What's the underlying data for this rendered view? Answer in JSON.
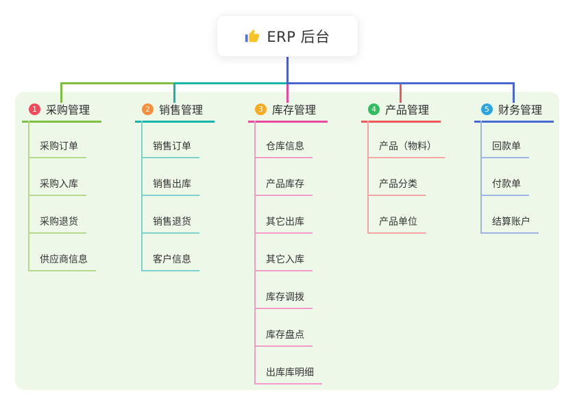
{
  "root": {
    "title": "ERP 后台",
    "icon": "thumbs-up"
  },
  "panel": {
    "bg": "#edf8e8"
  },
  "connectors": {
    "root_line_color": "#4a5ed0"
  },
  "branches": [
    {
      "index": "1",
      "title": "采购管理",
      "badge_color": "#f5495b",
      "line_color": "#7ebf3f",
      "item_line_color": "#b5d98b",
      "items": [
        "采购订单",
        "采购入库",
        "采购退货",
        "供应商信息"
      ]
    },
    {
      "index": "2",
      "title": "销售管理",
      "badge_color": "#fb8e3c",
      "line_color": "#13b5ab",
      "item_line_color": "#7fd2cb",
      "items": [
        "销售订单",
        "销售出库",
        "销售退货",
        "客户信息"
      ]
    },
    {
      "index": "3",
      "title": "库存管理",
      "badge_color": "#fbab1f",
      "line_color": "#e8489e",
      "item_line_color": "#f29aca",
      "items": [
        "仓库信息",
        "产品库存",
        "其它出库",
        "其它入库",
        "库存调拨",
        "库存盘点",
        "出库库明细"
      ]
    },
    {
      "index": "4",
      "title": "产品管理",
      "badge_color": "#2fbd60",
      "line_color": "#f05558",
      "item_line_color": "#f5a2a3",
      "items": [
        "产品（物料）",
        "产品分类",
        "产品单位"
      ]
    },
    {
      "index": "5",
      "title": "财务管理",
      "badge_color": "#2ba6e2",
      "line_color": "#4767d2",
      "item_line_color": "#a0b3e6",
      "items": [
        "回款单",
        "付款单",
        "结算账户"
      ]
    }
  ]
}
